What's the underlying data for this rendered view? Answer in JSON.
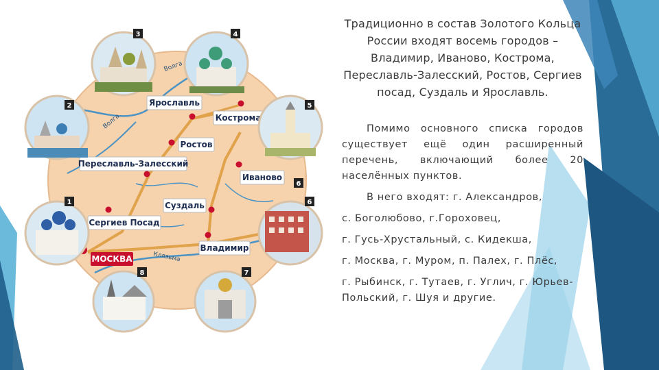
{
  "slide": {
    "lead_text": "Традиционно в состав Золотого Кольца России входят восемь городов – Владимир, Иваново, Кострома, Переславль-Залесский, Ростов, Сергиев посад, Суздаль и Ярославль.",
    "para1": "Помимо основного списка городов существует ещё один расширенный перечень, включающий более 20 населённых пунктов.",
    "para2": "В него входят: г. Александров,",
    "items": [
      "с. Боголюбово, г.Гороховец,",
      "г. Гусь-Хрустальный, с. Кидекша,",
      "г. Москва, г. Муром, п. Палех, г. Плёс,",
      "г. Рыбинск, г. Тутаев, г. Углич, г. Юрьев-Польский, г. Шуя и другие."
    ]
  },
  "map": {
    "cities": {
      "yaroslavl": "Ярославль",
      "kostroma": "Кострома",
      "rostov": "Ростов",
      "pereslavl": "Переславль-Залесский",
      "ivanovo": "Иваново",
      "suzdal": "Суздаль",
      "sergiev": "Сергиев Посад",
      "vladimir": "Владимир",
      "moskva": "МОСКВА"
    },
    "rivers": {
      "volga_top": "Волга",
      "volga_left": "Волга",
      "klyazma": "Клязьма"
    },
    "photo_numbers": [
      "1",
      "2",
      "3",
      "4",
      "5",
      "6",
      "6",
      "7",
      "8"
    ]
  },
  "colors": {
    "map_fill": "#f6d2ad",
    "road": "#e0a24a",
    "river": "#4b93c4",
    "city_dot": "#c8102e",
    "moskva_bg": "#c8102e",
    "deco_dark": "#1f5f8b",
    "deco_light": "#5bb3d8",
    "text": "#3b3b3b"
  }
}
